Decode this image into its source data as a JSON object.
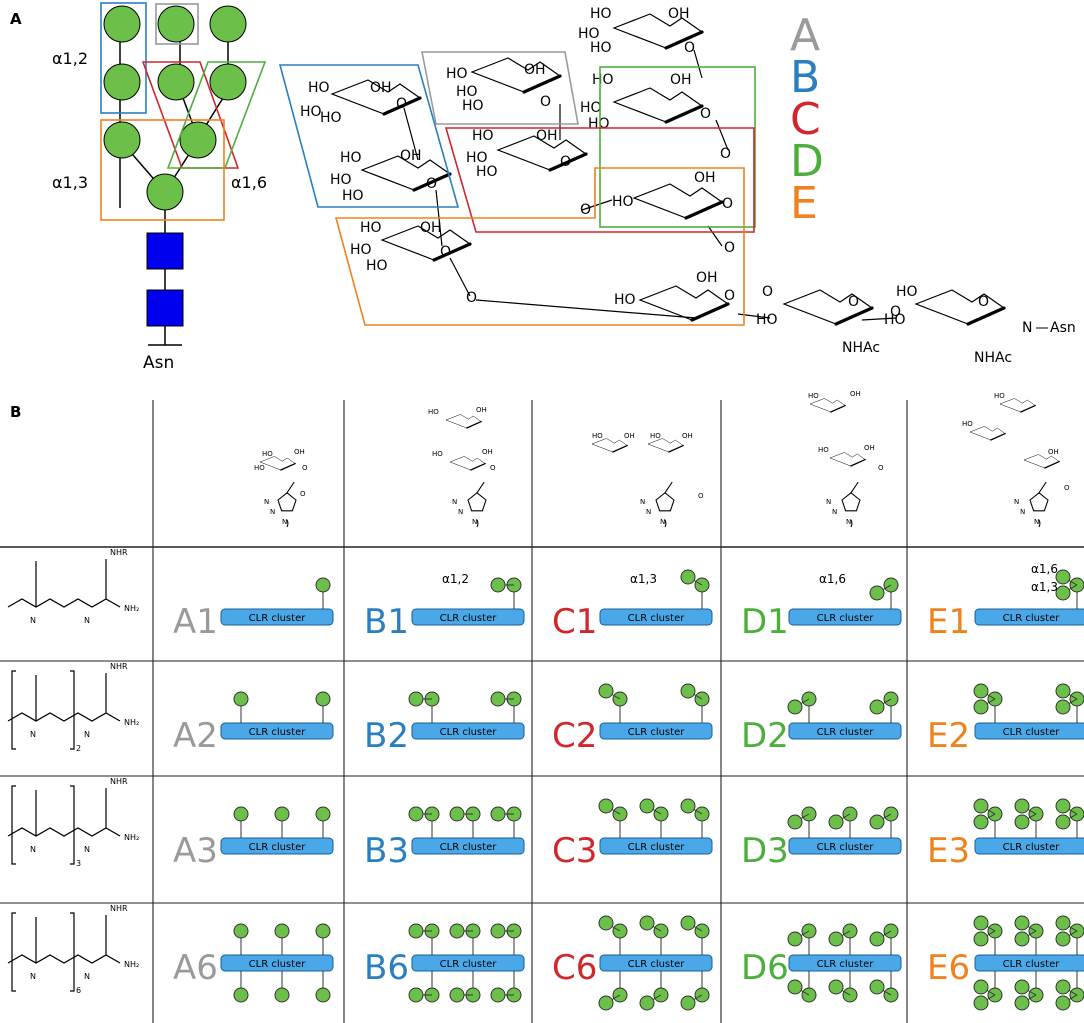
{
  "panel_a": {
    "label": "A",
    "linkages": {
      "a12": "α1,2",
      "a13": "α1,3",
      "a16": "α1,6"
    },
    "root_residue": "Asn",
    "structure_labels": {
      "nhac1": "NHAc",
      "nhac2": "NHAc",
      "nh": "N",
      "asn": "Asn"
    },
    "legend": [
      {
        "letter": "A",
        "color": "#9a9a9a"
      },
      {
        "letter": "B",
        "color": "#2a7fc0"
      },
      {
        "letter": "C",
        "color": "#d0262c"
      },
      {
        "letter": "D",
        "color": "#4caf3c"
      },
      {
        "letter": "E",
        "color": "#f0821e"
      }
    ]
  },
  "panel_b": {
    "label": "B",
    "cluster_label": "CLR cluster",
    "linkage_labels": {
      "b1": "α1,2",
      "c1": "α1,3",
      "d1": "α1,6",
      "e1_top": "α1,6",
      "e1_bottom": "α1,3"
    },
    "rows": [
      {
        "scaffold": "",
        "cells": [
          "A1",
          "B1",
          "C1",
          "D1",
          "E1"
        ]
      },
      {
        "scaffold": "2",
        "cells": [
          "A2",
          "B2",
          "C2",
          "D2",
          "E2"
        ]
      },
      {
        "scaffold": "3",
        "cells": [
          "A3",
          "B3",
          "C3",
          "D3",
          "E3"
        ]
      },
      {
        "scaffold": "6",
        "cells": [
          "A6",
          "B6",
          "C6",
          "D6",
          "E6"
        ]
      }
    ]
  },
  "colors": {
    "mannose": "#6cc04a",
    "glcnac": "#0000ee",
    "cluster": "#4aa8e8",
    "A": "#9a9a9a",
    "B": "#2a7fc0",
    "C": "#d0262c",
    "D": "#4caf3c",
    "E": "#f0821e"
  }
}
